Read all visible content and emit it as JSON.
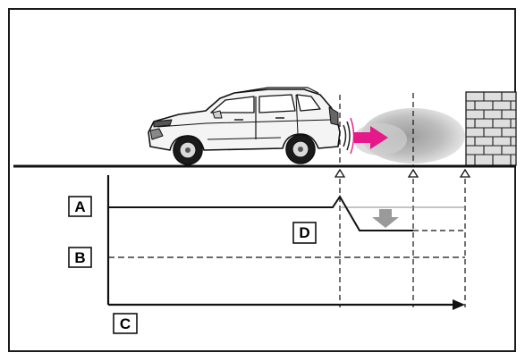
{
  "labels": {
    "a": "A",
    "b": "B",
    "c": "C",
    "d": "D"
  },
  "colors": {
    "frame": "#1a1a1a",
    "arrow": "#e6198a",
    "cloud": "#c4c4c4",
    "wall": "#d0d0d0",
    "down_arrow": "#9a9a9a",
    "car_body": "#f4f4f4",
    "car_outline": "#111111"
  }
}
